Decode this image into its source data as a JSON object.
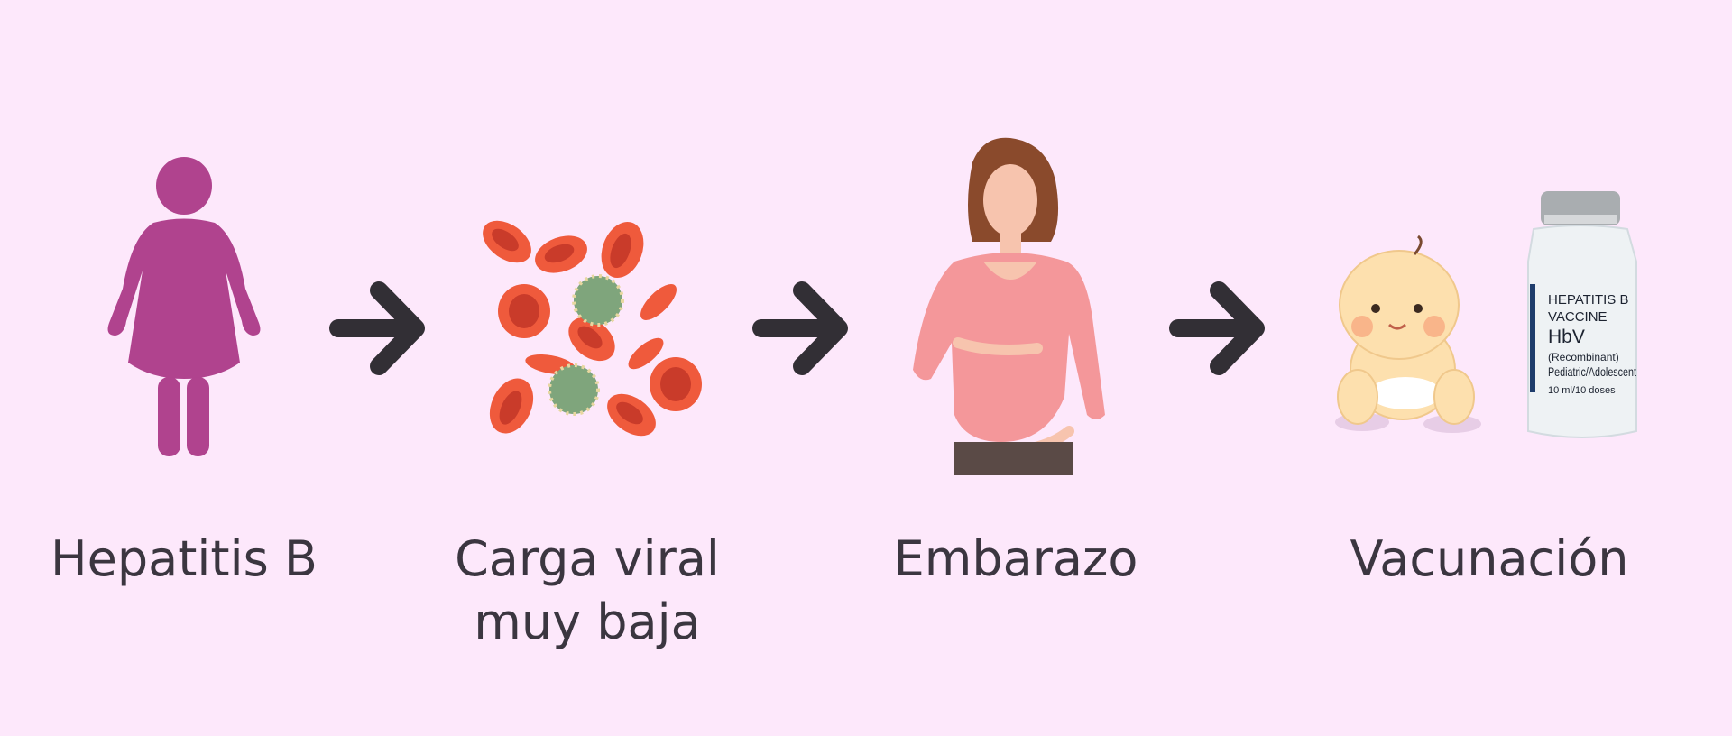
{
  "background_color": "#fde8fb",
  "steps": [
    {
      "label": "Hepatitis B",
      "icon": "woman-icon"
    },
    {
      "label_line1": "Carga viral",
      "label_line2": "muy baja",
      "icon": "blood-cells-virus-icon"
    },
    {
      "label": "Embarazo",
      "icon": "pregnant-woman-icon"
    },
    {
      "label": "Vacunación",
      "icon": "baby-and-vaccine-icon"
    }
  ],
  "vial": {
    "line1": "HEPATITIS B",
    "line2": "VACCINE",
    "line3": "HbV",
    "line4": "(Recombinant)",
    "line5": "Pediatric/Adolescent",
    "line6": "10 ml/10 doses"
  },
  "colors": {
    "woman": "#b0438e",
    "arrow": "#322f35",
    "cell": "#ef5a3c",
    "cell_inner": "#c93b2a",
    "virus": "#7fa57c",
    "skin": "#f7b7a0",
    "shirt": "#f4979a",
    "hair": "#8a4a2c"
  }
}
